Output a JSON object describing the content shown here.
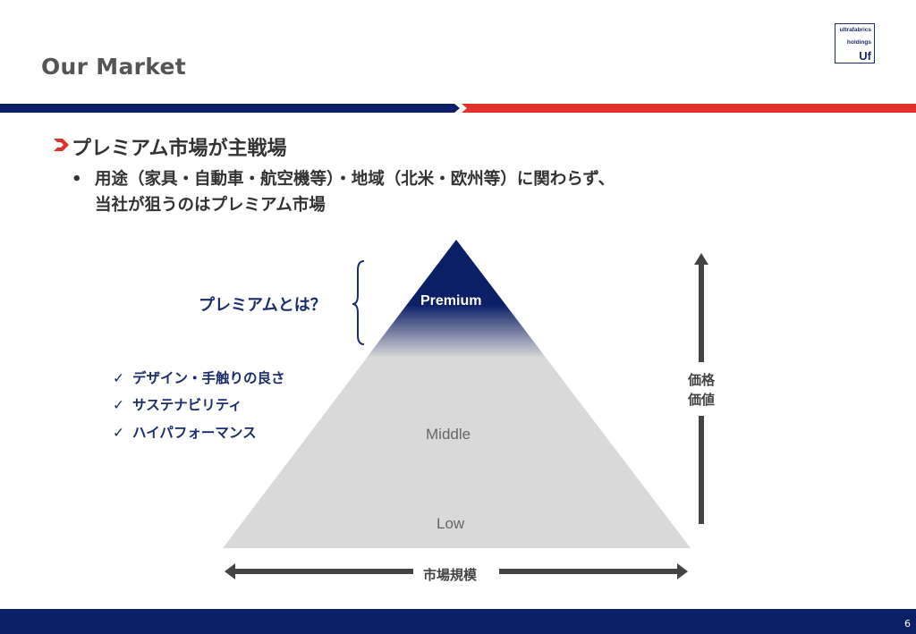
{
  "slide": {
    "title": "Our Market",
    "page_number": "6"
  },
  "logo": {
    "line1": "ultrafabrics",
    "line2": "holdings",
    "mark": "Uf"
  },
  "heading": {
    "icon": "red-arrow-bullet-icon",
    "text": "プレミアム市場が主戦場"
  },
  "body": {
    "bullet": "•",
    "line1": "用途（家具・自動車・航空機等）・地域（北米・欧州等）に関わらず、",
    "line2": "当社が狙うのはプレミアム市場"
  },
  "premium_question": "プレミアムとは？",
  "checklist": [
    {
      "mark": "✓",
      "text": "デザイン・手触りの良さ"
    },
    {
      "mark": "✓",
      "text": "サステナビリティ"
    },
    {
      "mark": "✓",
      "text": "ハイパフォーマンス"
    }
  ],
  "pyramid": {
    "premium": "Premium",
    "middle": "Middle",
    "low": "Low"
  },
  "axes": {
    "value_line1": "価格",
    "value_line2": "価値",
    "scale": "市場規模"
  },
  "colors": {
    "navy": "#0b1f66",
    "red": "#e0322b",
    "pyramid_gray": "#d9d9d9",
    "arrow_gray": "#444444"
  }
}
